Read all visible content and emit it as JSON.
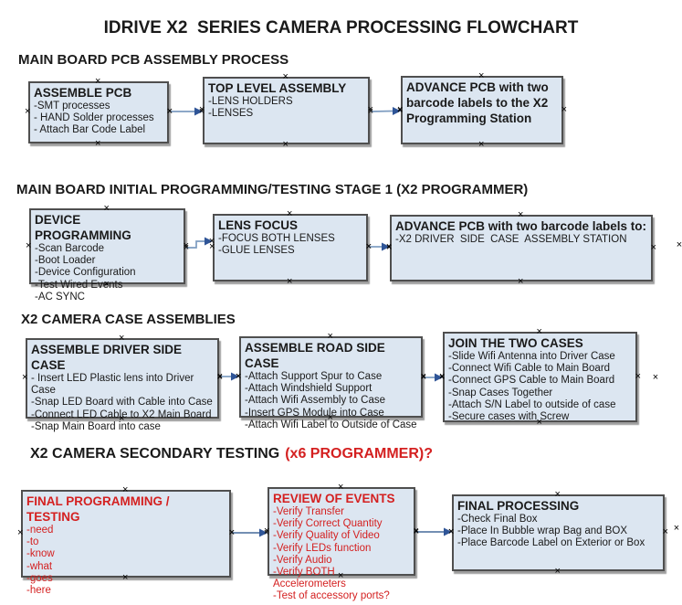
{
  "title": "IDRIVE X2  SERIES CAMERA PROCESSING FLOWCHART",
  "icons": {
    "connection_handle": "×"
  },
  "colors": {
    "background": "#ffffff",
    "box_fill": "#dce6f1",
    "box_border": "#4f4f4f",
    "box_shadow": "#9e9e9e",
    "arrow_line": "#7d9cc0",
    "arrow_head": "#2f5597",
    "red_text": "#d42020",
    "text": "#1a1a1a"
  },
  "sections": [
    {
      "heading": "MAIN BOARD PCB ASSEMBLY PROCESS",
      "boxes": [
        {
          "title": "ASSEMBLE PCB",
          "items": [
            "-SMT processes",
            "- HAND Solder processes",
            "- Attach Bar Code Label"
          ]
        },
        {
          "title": "TOP LEVEL ASSEMBLY",
          "items": [
            "-LENS HOLDERS",
            "-LENSES"
          ]
        },
        {
          "title": "ADVANCE PCB with two barcode labels to the X2 Programming Station",
          "items": []
        }
      ]
    },
    {
      "heading": "MAIN BOARD INITIAL PROGRAMMING/TESTING STAGE 1 (X2 PROGRAMMER)",
      "boxes": [
        {
          "title": "DEVICE PROGRAMMING",
          "items": [
            "-Scan Barcode",
            "-Boot Loader",
            "-Device Configuration",
            "-Test Wired Events",
            "-AC SYNC"
          ]
        },
        {
          "title": "LENS FOCUS",
          "items": [
            "-FOCUS BOTH LENSES",
            "-GLUE LENSES"
          ]
        },
        {
          "title": "ADVANCE PCB with two barcode labels to:",
          "items": [
            "-X2 DRIVER  SIDE  CASE  ASSEMBLY STATION"
          ]
        }
      ]
    },
    {
      "heading": "X2 CAMERA CASE ASSEMBLIES",
      "boxes": [
        {
          "title": "ASSEMBLE DRIVER SIDE CASE",
          "items": [
            "- Insert LED Plastic lens into Driver Case",
            "-Snap LED Board with Cable into Case",
            "-Connect LED Cable to X2 Main Board",
            "-Snap Main Board into case"
          ]
        },
        {
          "title": "ASSEMBLE ROAD SIDE CASE",
          "items": [
            "-Attach Support Spur to Case",
            "-Attach Windshield Support",
            "-Attach Wifi Assembly to Case",
            "-Insert GPS Module into Case",
            "-Attach Wifi Label to Outside of Case"
          ]
        },
        {
          "title": "JOIN THE TWO CASES",
          "items": [
            "-Slide Wifi Antenna into Driver Case",
            "-Connect Wifi Cable to Main Board",
            "-Connect GPS Cable to Main Board",
            "-Snap Cases Together",
            "-Attach S/N Label to outside of case",
            "-Secure cases with Screw"
          ]
        }
      ]
    },
    {
      "heading": "X2 CAMERA SECONDARY TESTING",
      "heading_suffix": "(x6 PROGRAMMER)?",
      "boxes": [
        {
          "title": "FINAL PROGRAMMING / TESTING",
          "emphasis": "red",
          "items": [
            "-need",
            "-to",
            "-know",
            "-what",
            "-goes",
            "-here"
          ]
        },
        {
          "title": "REVIEW OF EVENTS",
          "emphasis": "red",
          "items": [
            "-Verify Transfer",
            "-Verify Correct Quantity",
            "-Verify Quality of Video",
            "-Verify LEDs function",
            "-Verify Audio",
            "-Verify BOTH Accelerometers",
            "-Test of accessory ports?"
          ]
        },
        {
          "title": "FINAL PROCESSING",
          "items": [
            "-Check Final Box",
            "-Place In Bubble wrap Bag and BOX",
            "-Place Barcode Label on Exterior or Box"
          ]
        }
      ]
    }
  ]
}
